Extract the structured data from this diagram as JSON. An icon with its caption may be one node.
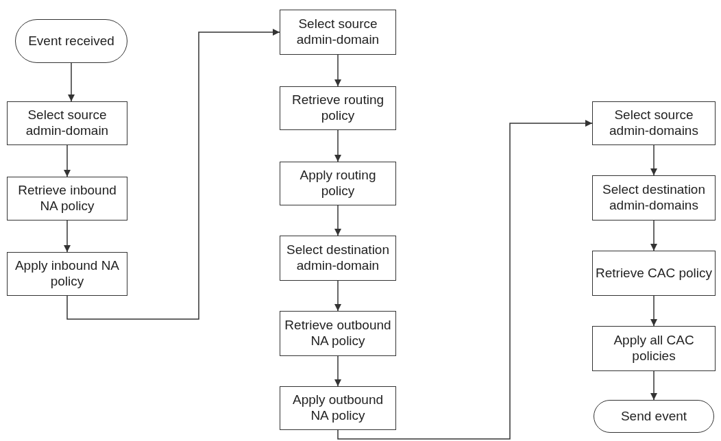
{
  "diagram": {
    "nodes": [
      {
        "text": [
          "Event received"
        ]
      },
      {
        "text": [
          "Select source admin-domain"
        ]
      },
      {
        "text": [
          "Retrieve inbound NA policy"
        ]
      },
      {
        "text": [
          "Apply inbound NA policy"
        ]
      },
      {
        "text": [
          "Select source admin-domain"
        ]
      },
      {
        "text": [
          "Retrieve routing policy"
        ]
      },
      {
        "text": [
          "Apply routing policy"
        ]
      },
      {
        "text": [
          "Select destination admin-domain"
        ]
      },
      {
        "text": [
          "Retrieve outbound NA policy"
        ]
      },
      {
        "text": [
          "Apply outbound NA policy"
        ]
      },
      {
        "text": [
          "Select source admin-domains"
        ]
      },
      {
        "text": [
          "Select destination admin-domains"
        ]
      },
      {
        "text": [
          "Retrieve CAC policy"
        ]
      },
      {
        "text": [
          "Apply all CAC policies"
        ]
      },
      {
        "text": [
          "Send event"
        ]
      }
    ],
    "edges": [
      {
        "from": 0,
        "to": 1,
        "arrow": "to"
      },
      {
        "from": 1,
        "to": 2,
        "arrow": "to"
      },
      {
        "from": 2,
        "to": 3,
        "arrow": "to"
      },
      {
        "from": 3,
        "to": 4,
        "arrow": "to"
      },
      {
        "from": 4,
        "to": 5,
        "arrow": "to"
      },
      {
        "from": 5,
        "to": 6,
        "arrow": "to"
      },
      {
        "from": 6,
        "to": 7,
        "arrow": "to"
      },
      {
        "from": 7,
        "to": 8,
        "arrow": "to"
      },
      {
        "from": 8,
        "to": 9,
        "arrow": "to"
      },
      {
        "from": 9,
        "to": 10,
        "arrow": "to"
      },
      {
        "from": 10,
        "to": 11,
        "arrow": "to"
      },
      {
        "from": 11,
        "to": 12,
        "arrow": "to"
      },
      {
        "from": 12,
        "to": 13,
        "arrow": "to"
      },
      {
        "from": 13,
        "to": 14,
        "arrow": "to"
      }
    ]
  }
}
